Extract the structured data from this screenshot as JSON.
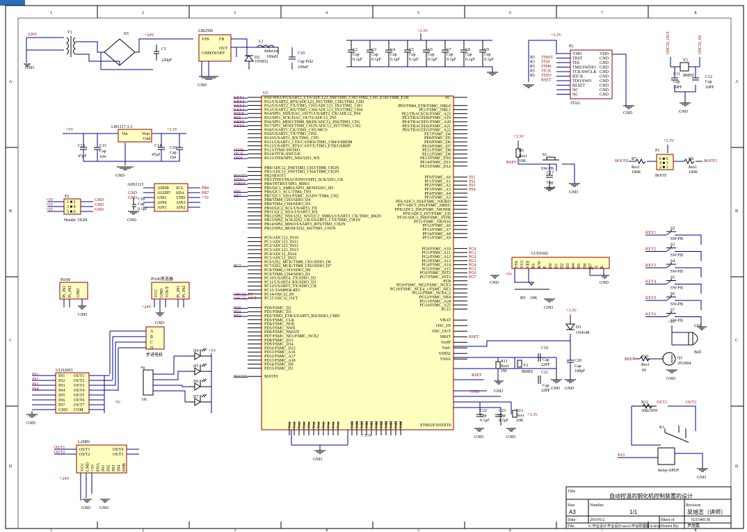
{
  "columns": [
    "1",
    "2",
    "3",
    "4",
    "5",
    "6",
    "7",
    "8"
  ],
  "rows": [
    "A",
    "B",
    "C",
    "D"
  ],
  "power": {
    "ac_in": "220V",
    "t1": "T1",
    "d1": "D1",
    "v24": "+24V",
    "c1": "C1",
    "c1_val": "220pF",
    "lm2596": "LM2596",
    "lm2596_pins": [
      "VIN",
      "GND",
      "ON/OFF",
      "FB",
      "OUT"
    ],
    "l1": "L1",
    "l1_name": "Inductor",
    "l1_val": "100uH",
    "d2": "D2",
    "d2_val": "1N5852",
    "c10": "C10",
    "c10_val": "Cap Pol2",
    "c10_val2": "100uF",
    "gnd": "GND",
    "v5": "+5V",
    "v33": "+3.3V",
    "lm1117": "LM1117-3.3",
    "lm1117_pins": [
      "Vin",
      "Vout",
      "Gnd"
    ],
    "c13": "C13",
    "c13_val": "47μF",
    "c15": "C15",
    "c15_val": "Cap",
    "c15_val2": "104",
    "c14": "C14",
    "c14_val": "47μF",
    "c16": "C16",
    "c16_val": "Cap",
    "c16_val2": "104"
  },
  "decoupling": {
    "caps": [
      "C2",
      "C3",
      "C4",
      "C5",
      "C6",
      "C7",
      "C8",
      "C9"
    ],
    "cap": "Cap",
    "val": "0.1μF"
  },
  "jtag": {
    "name": "JTAG",
    "ref": "P2",
    "left": [
      "VDD",
      "TRST",
      "TDI",
      "TMS/SWDIO",
      "TCK/SWCLK",
      "RTCK",
      "TDO/SWO",
      "RESET",
      "NC",
      "NC"
    ],
    "right": [
      "VDD",
      "GND",
      "GND",
      "GND",
      "GND",
      "GND",
      "GND",
      "GND",
      "GND",
      "GND"
    ],
    "nets": [
      "JTRST",
      "JTDI",
      "JTMS",
      "JTCK",
      "JTDO",
      "RSET"
    ],
    "res": "R5",
    "res_val": "10K"
  },
  "crystal": {
    "y1": "Y1",
    "y1_val": "8MHZ",
    "c11": "C11",
    "c12": "C12",
    "cap": "Cap",
    "val": "10PF",
    "osc_in": "OSC32_OUT",
    "osc_out": "OSC32_IN"
  },
  "mcu": {
    "ref": "U1",
    "part": "STM32F103ZET6",
    "left_pins": [
      "PA0-WKUP/USART2_CTS/ADC123_IN0/TIM5_CH1/TIM2_CH1_ETR/TIM8_ETR",
      "PA1/USART2_RTS/ADC123_IN1/TIM5_CH2/TIM2_CH2",
      "PA2/USART2_TX/TIM5_CH3/ADC123_IN2/TIM2_CH3",
      "PA3/USART2_RX/TIM5_CH4/ADC123_IN3/TIM2_CH4",
      "PA4/SPI1_NSS/DAC_OUT1/USART2_CK/ADC12_IN4",
      "PA5/SPI1_SCK/DAC_OUT2/ADC12_IN5",
      "PA6/SPI1_MISO/TIM8_BKIN/ADC12_IN6/TIM3_CH1",
      "PA7/SPI1_MOSI/TIM8_CH1N/ADC12_IN7/TIM3_CH2",
      "PA8/USART1_CK/TIM1_CH1/MCO",
      "PA9/USART1_TX/TIM1_CH2",
      "PA10/USART1_RX/TIM1_CH3",
      "PA11/USART1_CTS/CANRX/TIM1_CH4/USBDM",
      "PA12/USART1_RTS/CANTX/TIM1_ETR/USBDP",
      "PA13/JTMS-SWDIO",
      "PA14/JTCK-SWCLK",
      "PA15/JTDI/SPI3_NSS/I2S3_WS",
      "PB0/ADC12_IN8/TIM3_CH3/TIM8_CH2N",
      "PB1/ADC12_IN9/TIM3_CH4/TIM8_CH3N",
      "PB2/BOOT1",
      "PB3/JTDO/TRACESWO/SPI3_SCK/I2S3_CK",
      "PB4/JNTRST/SPI3_MISO",
      "PB5/I2C1_SMBA/SPI3_MOSI/I2S3_SD",
      "PB6/I2C1_SCL/TIM4_CH1",
      "PB7/I2C1_SDA/FSMC_NADV/TIM4_CH2",
      "PB8/TIM4_CH3/SDIO_D4",
      "PB9/TIM4_CH4/SDIO_D5",
      "PB10/I2C2_SCL/USART3_TX",
      "PB11/I2C2_SDA/USART3_RX",
      "PB12/SPI2_NSS/I2S2_WS/I2C2_SMBA/USART3_CK/TIM1_BKIN",
      "PB13/SPI2_SCK/I2S2_CK/USART3_CTS/TIM1_CH1N",
      "PB14/SPI2_MISO/USART3_RTS/TIM1_CH2N",
      "PB15/SPI2_MOSI/I2S2_SD/TIM1_CH3N",
      "PC0/ADC123_IN10",
      "PC1/ADC123_IN11",
      "PC2/ADC123_IN12",
      "PC3/ADC123_IN13",
      "PC4/ADC12_IN14",
      "PC5/ADC12_IN15",
      "PC6/I2S2_MCK/TIM8_CH1/SDIO_D6",
      "PC7/I2S3_MCK/TIM8_CH2/SDIO_D7",
      "PC8/TIM8_CH3/SDIO_D0",
      "PC9/TIM8_CH4/SDIO_D1",
      "PC10/USART4_TX/SDIO_D2",
      "PC11/USART4_RX/SDIO_D3",
      "PC12/USART5_TX/SDIO_CK",
      "PC13-TAMPER-RTC",
      "PC14-OSC32_IN",
      "PC15-OSC32_OUT",
      "PD0/FSMC_D2",
      "PD1/FSMC_D3",
      "PD2/TIM3_ETR/USART5_RX/SDIO_CMD",
      "PD3/FSMC_CLK",
      "PD4/FSMC_NOE",
      "PD5/FSMC_NWE",
      "PD6/FSMC_NWAIT",
      "PD7/FSMC_NE1/FSMC_NCE2",
      "PD8/FSMC_D13",
      "PD9/FSMC_D14",
      "PD10/FSMC_D15",
      "PD11/FSMC_A16",
      "PD12/FSMC_A17",
      "PD13/FSMC_A18",
      "PD14/FSMC_D0",
      "PD15/FSMC_D1",
      "BOOT0"
    ],
    "right_pins": [
      "NC",
      "PE0/TIM4_ETR/FSMC_NBL0",
      "PE1/FSMC_NBL1",
      "PE2/TRACECK/FSMC_A23",
      "PE3/TRACED0/FSMC_A19",
      "PE4/TRACED1/FSMC_A20",
      "PE5/TRACED2/FSMC_A21",
      "PE6/TRACED3/FSMC_A22",
      "PE7/FSMC_D4",
      "PE8/FSMC_D5",
      "PE9/FSMC_D6",
      "PE10/FSMC_D7",
      "PE11/FSMC_D8",
      "PE12/FSMC_D9",
      "PE13/FSMC_D10",
      "PE14/FSMC_D11",
      "PE15/FSMC_D12",
      "PF0/FSMC_A0",
      "PF1/FSMC_A1",
      "PF2/FSMC_A2",
      "PF3/FSMC_A3",
      "PF4/FSMC_A4",
      "PF5/FSMC_A5",
      "PF6/ADC3_IN4/FSMC_NIORD",
      "PF7/ADC3_IN5/FSMC_NREG",
      "PF8/ADC3_IN6/FSMC_NIOWR",
      "PF9/ADC3_IN7/FSMC_CD",
      "PF10/ADC3_IN8/FSMC_INTR",
      "PF11/FSMC_NIOS16",
      "PF12/FSMC_A6",
      "PF13/FSMC_A7",
      "PF14/FSMC_A8",
      "PF15/FSMC_A9",
      "PG0/FSMC_A10",
      "PG1/FSMC_A11",
      "PG2/FSMC_A12",
      "PG3/FSMC_A13",
      "PG4/FSMC_A14",
      "PG5/FSMC_A15",
      "PG6/FSMC_INT2",
      "PG7/FSMC_INT3",
      "PG8",
      "PG9/FSMC_NE2/FSMC_NCE3",
      "PG10/FSMC_NCE4_1/FSMC_NE3",
      "PG11/FSMC_NCE4_2",
      "PG12/FSMC_NE4",
      "PG13/FSMC_A24",
      "PG14/FSMC_A25",
      "PG15",
      "VBAT",
      "OSC_IN",
      "OSC_OUT",
      "NRST",
      "VrefP",
      "Vref-",
      "VDDA",
      "VSSA"
    ],
    "left_nets": [
      "KEY1",
      "KEY2",
      "KEY3",
      "KEY4",
      "BEEP",
      "PA5",
      "KEY5",
      "KEY6",
      "JTMS",
      "JTCK",
      "JTDI",
      "BOOT1",
      "JTDO",
      "JTRST",
      "PB6",
      "PB7",
      "PC7",
      "OSC32_IN",
      "OSC32_OUT",
      "PD0",
      "PD1",
      "PD2",
      "BOOT0"
    ],
    "right_nets": [
      "IN1",
      "IN2",
      "IN3",
      "IN4",
      "PG0",
      "PG1",
      "PG2",
      "PG3",
      "PG4",
      "PG5",
      "PG6",
      "PG7",
      "RSET"
    ],
    "vdd": "Vdd",
    "vss": "Vss"
  },
  "reset": {
    "v33": "+3.3V",
    "r6": "R6",
    "r6_val": "Res1",
    "r6_val2": "10K",
    "net": "RSET",
    "s1": "S1",
    "s1_val": "SW-PB",
    "c17": "C17",
    "c17_val": "Cap",
    "c17_val2": "10μF"
  },
  "boot": {
    "p1": "P1",
    "name": "BOOT",
    "boot0": "BOOT0",
    "boot1": "BOOT1",
    "r7": "R7",
    "r8": "R8",
    "res": "Res1",
    "val": "100K"
  },
  "lcd": {
    "name": "LCD1602",
    "pins": [
      "VSS",
      "VCC",
      "VEE",
      "RS",
      "R/W",
      "E",
      "D0",
      "D1",
      "D2",
      "D3",
      "D4",
      "D5",
      "D6",
      "D7",
      "A",
      "K"
    ],
    "r9": "R9",
    "r9_val": "10K",
    "v5": "+5V"
  },
  "keys": {
    "nets": [
      "KEY1",
      "KEY2",
      "KEY3",
      "KEY4",
      "KEY5",
      "KEY6"
    ],
    "refs": [
      "S2",
      "S3",
      "S4",
      "S5",
      "S6",
      "S7"
    ],
    "val": "SW-PB"
  },
  "ads": {
    "name": "ADS1115",
    "left": [
      "ADDR",
      "ALERT",
      "GND",
      "AIN0",
      "AIN1"
    ],
    "right": [
      "SCL",
      "SDA",
      "VDD",
      "AIN3",
      "AIN2"
    ],
    "nets": [
      "PB6",
      "PB7",
      "+5V"
    ],
    "c18": "C18",
    "c18_val": "Cap",
    "c18_val2": "0.1μF"
  },
  "header": {
    "ref": "P2",
    "name": "Header 3X2H",
    "v5": "+5V",
    "gnd": "GND"
  },
  "pt100": {
    "name": "Pt100",
    "tx": "Pt100变送器",
    "pins": [
      "Pt_IN1",
      "Pt_IN2",
      "GND",
      "VCC",
      "GND",
      "VOUT",
      "Pt_IN1",
      "Pt_IN2"
    ],
    "v24": "+24V",
    "net": "PC7"
  },
  "stepper": {
    "name": "步进电机",
    "pins": [
      "A",
      "B",
      "C",
      "D"
    ]
  },
  "uln": {
    "name": "ULN2003",
    "left": [
      "IN1",
      "IN2",
      "IN3",
      "IN4",
      "IN5",
      "IN6",
      "IN7",
      "GND"
    ],
    "right": [
      "OUT1",
      "OUT2",
      "OUT3",
      "OUT4",
      "OUT5",
      "OUT6",
      "OUT7",
      "COM"
    ],
    "nets": [
      "IN1",
      "IN2",
      "IN3",
      "IN4"
    ],
    "v5": "5V"
  },
  "leds": {
    "refs": [
      "D4",
      "D5",
      "D6",
      "D7"
    ],
    "rn": "*8",
    "rn_val": "1K",
    "v5": "+5V"
  },
  "l298": {
    "name": "L298N",
    "pins": [
      "OUT1",
      "OUT2",
      "OUT4",
      "OUT3"
    ],
    "bottom": [
      "VCC",
      "GND",
      "+5V",
      "ENA",
      "IN1",
      "IN2",
      "IN3",
      "IN4",
      "ENB"
    ],
    "v24": "+24V"
  },
  "osc": {
    "d3": "D3",
    "d3_val": "1N4148",
    "v33": "+3.3V",
    "r11": "R11",
    "r11_val": "Res1",
    "r11_val2": "1M",
    "y2": "Y2",
    "y2_val": "8MHZ",
    "c19": "C19",
    "c21": "C21",
    "cap": "Cap",
    "val": "22PF",
    "c20": "C20",
    "c20_val": "Cap",
    "c20_val2": "100pF",
    "c22": "C22",
    "c23": "C23",
    "c22_val": "0.1μF",
    "r13": "R13",
    "r13_val": "Res1",
    "r13_val2": "10R",
    "rset": "RSET"
  },
  "buzzer": {
    "ls1": "LS1",
    "name": "Bell",
    "q1": "Q1",
    "q1_val": "2N3904",
    "r10": "R10",
    "r10_val": "Res1",
    "r10_val2": "1K",
    "net": "BEEP",
    "v5": "+5V"
  },
  "relay": {
    "r12": "R12",
    "r12_val": "30Ω/20W",
    "out1": "OUT1",
    "out2": "OUT2",
    "k1": "K1",
    "name": "Relay-SPDT",
    "net": "PA5"
  },
  "title_block": {
    "title_label": "Title",
    "title": "自动控温的钢化机控制装置的设计",
    "size_label": "Size",
    "size": "A3",
    "number_label": "Number",
    "number": "1/1",
    "revision_label": "Revision",
    "revision": "吴旭志（讲师）",
    "date_label": "Date:",
    "date": "2019/6/2",
    "sheet_label": "Sheet  of",
    "sheet": "021540138",
    "file_label": "File:",
    "file": "E:\\毕业设计\\毕业设计\\stm32\\毕设原理图.SchDoc",
    "drawn_label": "Drawn By:",
    "drawn": "尹旭磊"
  }
}
